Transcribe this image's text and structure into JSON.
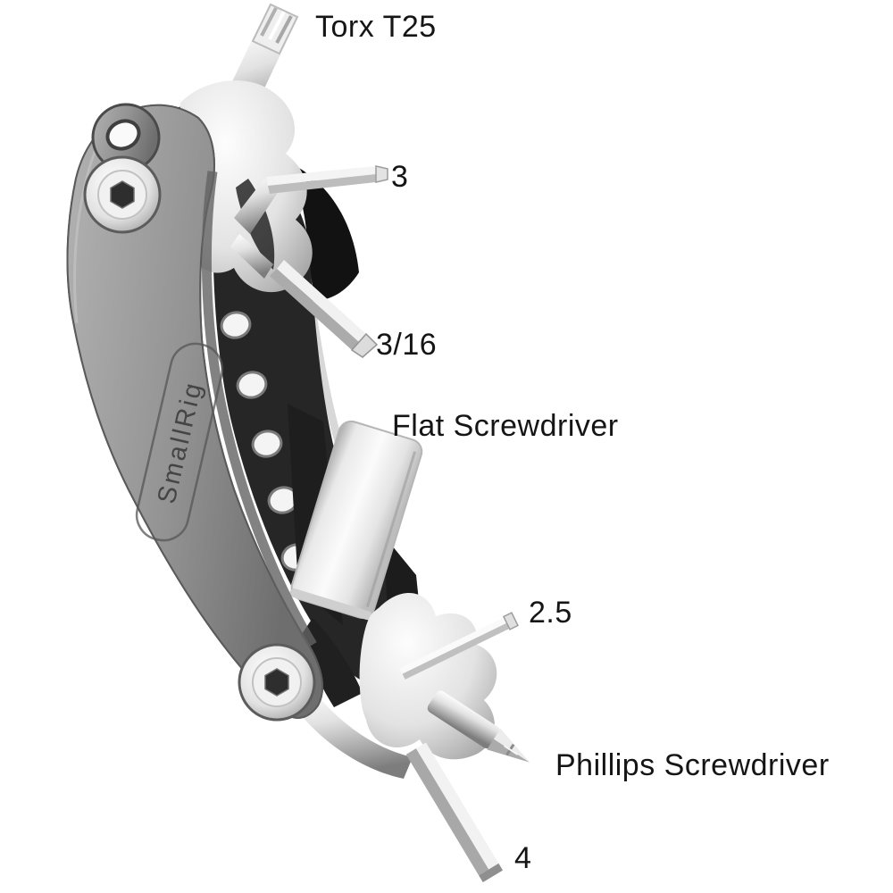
{
  "scene": {
    "background_color": "#ffffff",
    "text_color": "#151515"
  },
  "product": {
    "engraving": "SmallRig"
  },
  "callouts": [
    {
      "id": "torx-t25",
      "text": "Torx T25"
    },
    {
      "id": "hex-3",
      "text": "3"
    },
    {
      "id": "hex-3-16",
      "text": "3/16"
    },
    {
      "id": "flat-screwdriver",
      "text": "Flat Screwdriver"
    },
    {
      "id": "hex-2-5",
      "text": "2.5"
    },
    {
      "id": "phillips-screwdriver",
      "text": "Phillips Screwdriver"
    },
    {
      "id": "hex-4",
      "text": "4"
    }
  ],
  "colors": {
    "handle_gray": "#8f8f8f",
    "inner_plate": "#262626",
    "chrome_light": "#f8f8f8",
    "chrome_dark": "#9a9a9a",
    "label_text": "#151515"
  }
}
